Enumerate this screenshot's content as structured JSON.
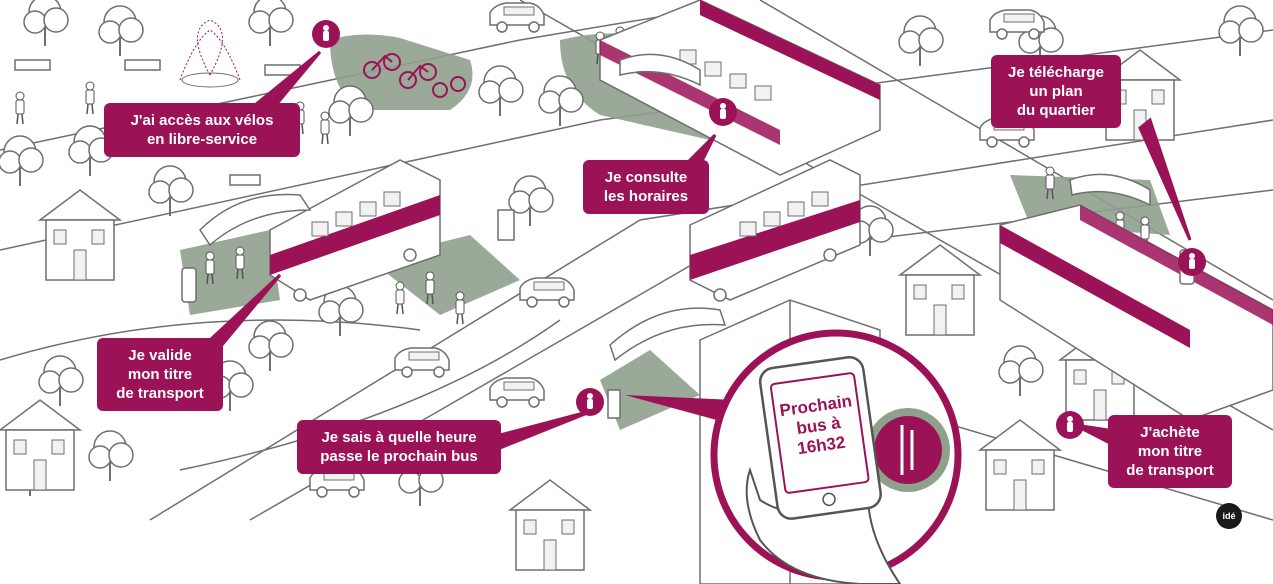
{
  "colors": {
    "accent": "#9c1257",
    "road_green": "#8fa08d",
    "outline": "#6f6f6f",
    "fill_light": "#f2f2f2",
    "background": "#ffffff"
  },
  "labels": {
    "bikes": "J'ai accès aux vélos\nen libre-service",
    "schedules": "Je consulte\nles horaires",
    "map_download": "Je télécharge\nun plan\ndu quartier",
    "validate": "Je valide\nmon titre\nde transport",
    "next_bus": "Je sais à quelle heure\npasse le prochain bus",
    "buy_ticket": "J'achète\nmon titre\nde transport"
  },
  "phone": {
    "screen_text": "Prochain\nbus à\n16h32"
  },
  "credit": {
    "logo_text": "idé"
  },
  "icons": [
    "person-icon",
    "bicycle-icon",
    "bus-icon",
    "tram-icon",
    "tree-icon",
    "house-icon",
    "car-icon",
    "smartphone-icon",
    "hand-icon",
    "fountain-icon",
    "bench-icon",
    "ticket-machine-icon",
    "bus-shelter-icon"
  ]
}
